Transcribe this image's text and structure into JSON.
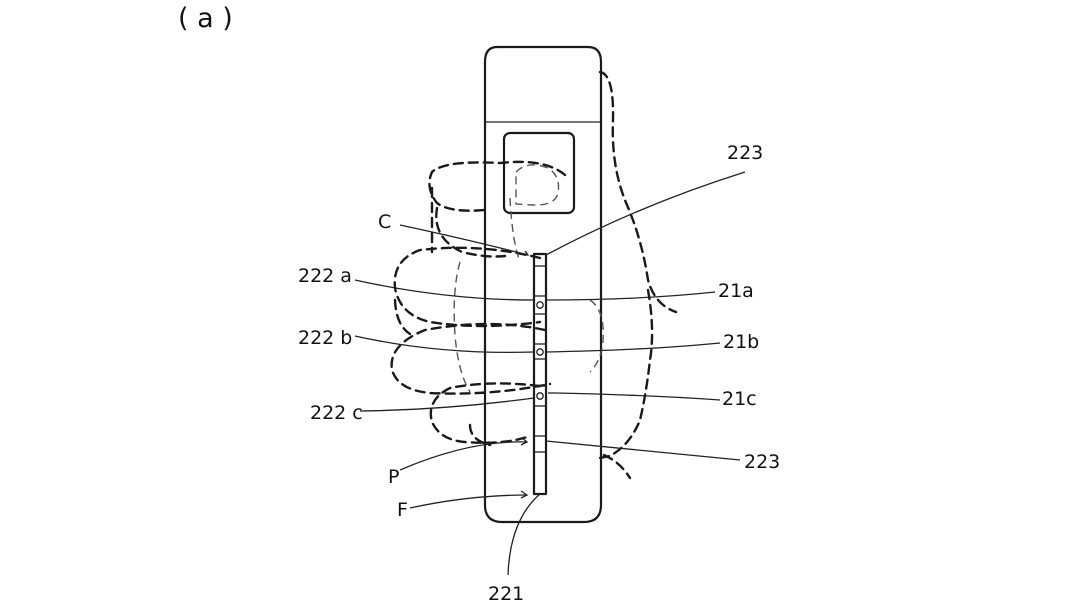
{
  "panel_label": "( a )",
  "labels": {
    "C": "C",
    "l222a": "222 a",
    "l222b": "222 b",
    "l222c": "222 c",
    "P": "P",
    "F": "F",
    "l223_top": "223",
    "l21a": "21a",
    "l21b": "21b",
    "l21c": "21c",
    "l223_bottom": "223",
    "l221": "221"
  }
}
